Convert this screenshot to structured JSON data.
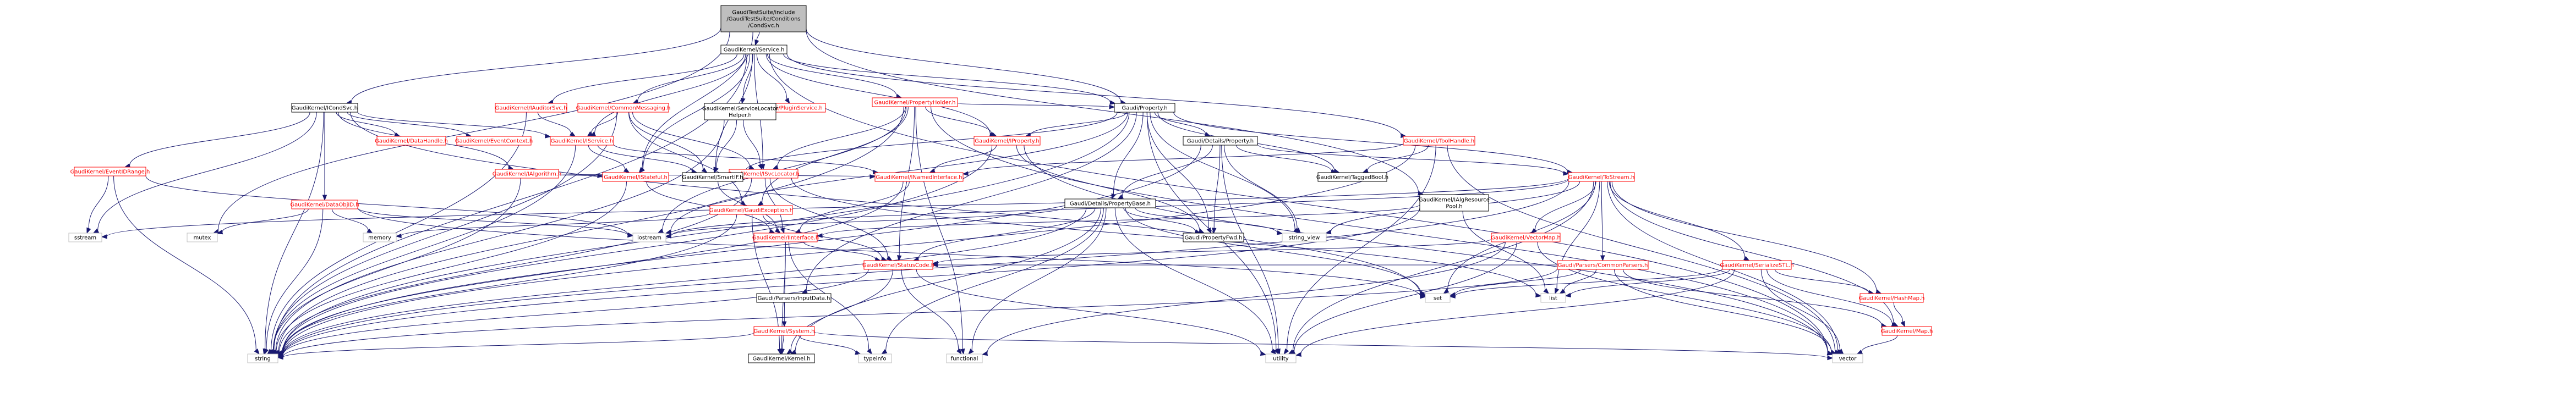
{
  "nodes": [
    {
      "id": "root",
      "label": [
        "GaudiTestSuite/include",
        "/GaudiTestSuite/Conditions",
        "/CondSvc.h"
      ],
      "kind": "root"
    },
    {
      "id": "gk_service",
      "label": [
        "GaudiKernel/Service.h"
      ],
      "kind": "normal"
    },
    {
      "id": "gk_condsvc",
      "label": [
        "GaudiKernel/ICondSvc.h"
      ],
      "kind": "normal"
    },
    {
      "id": "gk_algresourcepool",
      "label": [
        "GaudiKernel/IAlgResource",
        "Pool.h"
      ],
      "kind": "normal"
    },
    {
      "id": "gk_pluginservice",
      "label": [
        "Gaudi/PluginService.h"
      ],
      "kind": "red"
    },
    {
      "id": "gk_propertyholder",
      "label": [
        "GaudiKernel/PropertyHolder.h"
      ],
      "kind": "red"
    },
    {
      "id": "gk_auditorsvc",
      "label": [
        "GaudiKernel/IAuditorSvc.h"
      ],
      "kind": "red"
    },
    {
      "id": "gk_commonmessaging",
      "label": [
        "GaudiKernel/CommonMessaging.h"
      ],
      "kind": "red"
    },
    {
      "id": "gk_servicelocatorhelper",
      "label": [
        "GaudiKernel/ServiceLocator",
        "Helper.h"
      ],
      "kind": "normal"
    },
    {
      "id": "gaudi_property",
      "label": [
        "Gaudi/Property.h"
      ],
      "kind": "normal"
    },
    {
      "id": "gk_toolhandle",
      "label": [
        "GaudiKernel/ToolHandle.h"
      ],
      "kind": "red"
    },
    {
      "id": "gk_datahandle",
      "label": [
        "GaudiKernel/DataHandle.h"
      ],
      "kind": "red"
    },
    {
      "id": "gk_eventcontext",
      "label": [
        "GaudiKernel/EventContext.h"
      ],
      "kind": "red"
    },
    {
      "id": "gk_ialgorithm",
      "label": [
        "GaudiKernel/IAlgorithm.h"
      ],
      "kind": "red"
    },
    {
      "id": "gk_eventidrange",
      "label": [
        "GaudiKernel/EventIDRange.h"
      ],
      "kind": "red"
    },
    {
      "id": "gk_dataobjid",
      "label": [
        "GaudiKernel/DataObjID.h"
      ],
      "kind": "red"
    },
    {
      "id": "gk_iservice",
      "label": [
        "GaudiKernel/IService.h"
      ],
      "kind": "red"
    },
    {
      "id": "gk_istateful",
      "label": [
        "GaudiKernel/IStateful.h"
      ],
      "kind": "red"
    },
    {
      "id": "gk_isvclocator",
      "label": [
        "GaudiKernel/ISvcLocator.h"
      ],
      "kind": "red"
    },
    {
      "id": "gk_iproperty",
      "label": [
        "GaudiKernel/IProperty.h"
      ],
      "kind": "red"
    },
    {
      "id": "gk_gaudiexception",
      "label": [
        "GaudiKernel/GaudiException.h"
      ],
      "kind": "red"
    },
    {
      "id": "gk_smartif",
      "label": [
        "GaudiKernel/SmartIF.h"
      ],
      "kind": "normal"
    },
    {
      "id": "gk_inamedinterface",
      "label": [
        "GaudiKernel/INamedInterface.h"
      ],
      "kind": "red"
    },
    {
      "id": "gd_property",
      "label": [
        "Gaudi/Details/Property.h"
      ],
      "kind": "normal"
    },
    {
      "id": "gd_propertybase",
      "label": [
        "Gaudi/Details/PropertyBase.h"
      ],
      "kind": "normal"
    },
    {
      "id": "gk_taggedbool",
      "label": [
        "GaudiKernel/TaggedBool.h"
      ],
      "kind": "normal"
    },
    {
      "id": "gk_tostream",
      "label": [
        "GaudiKernel/ToStream.h"
      ],
      "kind": "red"
    },
    {
      "id": "gk_iinterface",
      "label": [
        "GaudiKernel/IInterface.h"
      ],
      "kind": "red"
    },
    {
      "id": "gaudi_propertyfwd",
      "label": [
        "Gaudi/PropertyFwd.h"
      ],
      "kind": "normal"
    },
    {
      "id": "gp_inputdata",
      "label": [
        "Gaudi/Parsers/InputData.h"
      ],
      "kind": "normal"
    },
    {
      "id": "gk_system",
      "label": [
        "GaudiKernel/System.h"
      ],
      "kind": "red"
    },
    {
      "id": "gk_statuscode",
      "label": [
        "GaudiKernel/StatusCode.h"
      ],
      "kind": "red"
    },
    {
      "id": "gk_vectormap",
      "label": [
        "GaudiKernel/VectorMap.h"
      ],
      "kind": "red"
    },
    {
      "id": "gp_commonparsers",
      "label": [
        "Gaudi/Parsers/CommonParsers.h"
      ],
      "kind": "red"
    },
    {
      "id": "gk_serializestl",
      "label": [
        "GaudiKernel/SerializeSTL.h"
      ],
      "kind": "red"
    },
    {
      "id": "gk_hashmap",
      "label": [
        "GaudiKernel/HashMap.h"
      ],
      "kind": "red"
    },
    {
      "id": "gk_map",
      "label": [
        "GaudiKernel/Map.h"
      ],
      "kind": "red"
    },
    {
      "id": "gk_kernel",
      "label": [
        "GaudiKernel/Kernel.h"
      ],
      "kind": "normal"
    },
    {
      "id": "std_sstream",
      "label": [
        "sstream"
      ],
      "kind": "plain"
    },
    {
      "id": "std_mutex",
      "label": [
        "mutex"
      ],
      "kind": "plain"
    },
    {
      "id": "std_memory",
      "label": [
        "memory"
      ],
      "kind": "plain"
    },
    {
      "id": "std_iostream",
      "label": [
        "iostream"
      ],
      "kind": "plain"
    },
    {
      "id": "std_string_view",
      "label": [
        "string_view"
      ],
      "kind": "plain"
    },
    {
      "id": "std_string",
      "label": [
        "string"
      ],
      "kind": "plain"
    },
    {
      "id": "std_typeinfo",
      "label": [
        "typeinfo"
      ],
      "kind": "plain"
    },
    {
      "id": "std_functional",
      "label": [
        "functional"
      ],
      "kind": "plain"
    },
    {
      "id": "std_utility",
      "label": [
        "utility"
      ],
      "kind": "plain"
    },
    {
      "id": "std_set",
      "label": [
        "set"
      ],
      "kind": "plain"
    },
    {
      "id": "std_list",
      "label": [
        "list"
      ],
      "kind": "plain"
    },
    {
      "id": "std_vector",
      "label": [
        "vector"
      ],
      "kind": "plain"
    }
  ],
  "edges": [
    [
      "root",
      "gk_service"
    ],
    [
      "root",
      "gk_condsvc"
    ],
    [
      "root",
      "gk_algresourcepool"
    ],
    [
      "root",
      "gaudi_property"
    ],
    [
      "root",
      "gk_istateful"
    ],
    [
      "root",
      "std_mutex"
    ],
    [
      "gk_service",
      "gk_pluginservice"
    ],
    [
      "gk_service",
      "gk_propertyholder"
    ],
    [
      "gk_service",
      "gk_auditorsvc"
    ],
    [
      "gk_service",
      "gk_commonmessaging"
    ],
    [
      "gk_service",
      "gk_servicelocatorhelper"
    ],
    [
      "gk_service",
      "gaudi_property"
    ],
    [
      "gk_service",
      "gk_toolhandle"
    ],
    [
      "gk_service",
      "gk_iservice"
    ],
    [
      "gk_service",
      "gk_isvclocator"
    ],
    [
      "gk_service",
      "gk_iproperty"
    ],
    [
      "gk_service",
      "gk_smartif"
    ],
    [
      "gk_service",
      "std_string"
    ],
    [
      "gk_service",
      "std_vector"
    ],
    [
      "gk_service",
      "gk_istateful"
    ],
    [
      "gk_condsvc",
      "gk_datahandle"
    ],
    [
      "gk_condsvc",
      "gk_eventcontext"
    ],
    [
      "gk_condsvc",
      "gk_ialgorithm"
    ],
    [
      "gk_condsvc",
      "gk_eventidrange"
    ],
    [
      "gk_condsvc",
      "gk_dataobjid"
    ],
    [
      "gk_condsvc",
      "gk_iservice"
    ],
    [
      "gk_condsvc",
      "std_sstream"
    ],
    [
      "gk_condsvc",
      "std_set"
    ],
    [
      "gk_condsvc",
      "std_string"
    ],
    [
      "gk_algresourcepool",
      "gk_iinterface"
    ],
    [
      "gk_algresourcepool",
      "std_list"
    ],
    [
      "gk_algresourcepool",
      "std_string"
    ],
    [
      "gk_propertyholder",
      "gaudi_property"
    ],
    [
      "gk_propertyholder",
      "gk_iproperty"
    ],
    [
      "gk_propertyholder",
      "gk_isvclocator"
    ],
    [
      "gk_propertyholder",
      "gk_gaudiexception"
    ],
    [
      "gk_propertyholder",
      "gk_statuscode"
    ],
    [
      "gk_propertyholder",
      "std_functional"
    ],
    [
      "gk_propertyholder",
      "std_iostream"
    ],
    [
      "gk_propertyholder",
      "std_string"
    ],
    [
      "gk_propertyholder",
      "std_vector"
    ],
    [
      "gk_auditorsvc",
      "gk_iservice"
    ],
    [
      "gk_auditorsvc",
      "std_string"
    ],
    [
      "gk_commonmessaging",
      "gk_iservice"
    ],
    [
      "gk_commonmessaging",
      "gk_isvclocator"
    ],
    [
      "gk_commonmessaging",
      "gk_smartif"
    ],
    [
      "gk_commonmessaging",
      "gk_gaudiexception"
    ],
    [
      "gk_commonmessaging",
      "std_string"
    ],
    [
      "gk_servicelocatorhelper",
      "gk_isvclocator"
    ],
    [
      "gk_servicelocatorhelper",
      "gk_smartif"
    ],
    [
      "gk_servicelocatorhelper",
      "std_string"
    ],
    [
      "gaudi_property",
      "gd_property"
    ],
    [
      "gaudi_property",
      "gd_propertybase"
    ],
    [
      "gaudi_property",
      "gaudi_propertyfwd"
    ],
    [
      "gaudi_property",
      "gp_inputdata"
    ],
    [
      "gaudi_property",
      "gk_iproperty"
    ],
    [
      "gaudi_property",
      "gk_smartif"
    ],
    [
      "gaudi_property",
      "gk_taggedbool"
    ],
    [
      "gaudi_property",
      "gk_tostream"
    ],
    [
      "gaudi_property",
      "std_string"
    ],
    [
      "gaudi_property",
      "std_string_view"
    ],
    [
      "gaudi_property",
      "std_utility"
    ],
    [
      "gaudi_property",
      "std_iostream"
    ],
    [
      "gk_toolhandle",
      "gk_taggedbool"
    ],
    [
      "gk_toolhandle",
      "gk_inamedinterface"
    ],
    [
      "gk_toolhandle",
      "std_string"
    ],
    [
      "gk_toolhandle",
      "std_vector"
    ],
    [
      "gk_toolhandle",
      "std_utility"
    ],
    [
      "gk_eventidrange",
      "std_iostream"
    ],
    [
      "gk_eventidrange",
      "std_sstream"
    ],
    [
      "gk_eventidrange",
      "std_string"
    ],
    [
      "gk_dataobjid",
      "std_memory"
    ],
    [
      "gk_dataobjid",
      "std_iostream"
    ],
    [
      "gk_dataobjid",
      "std_mutex"
    ],
    [
      "gk_dataobjid",
      "std_string"
    ],
    [
      "gk_dataobjid",
      "std_set"
    ],
    [
      "gk_ialgorithm",
      "gk_istateful"
    ],
    [
      "gk_ialgorithm",
      "gk_inamedinterface"
    ],
    [
      "gk_ialgorithm",
      "std_string"
    ],
    [
      "gk_iservice",
      "gk_inamedinterface"
    ],
    [
      "gk_iservice",
      "gk_istateful"
    ],
    [
      "gk_iservice",
      "gk_smartif"
    ],
    [
      "gk_iservice",
      "std_string"
    ],
    [
      "gk_istateful",
      "gk_iinterface"
    ],
    [
      "gk_istateful",
      "std_string"
    ],
    [
      "gk_isvclocator",
      "gk_iinterface"
    ],
    [
      "gk_isvclocator",
      "gk_smartif"
    ],
    [
      "gk_isvclocator",
      "gk_statuscode"
    ],
    [
      "gk_isvclocator",
      "std_list"
    ],
    [
      "gk_isvclocator",
      "std_string"
    ],
    [
      "gk_iproperty",
      "gaudi_propertyfwd"
    ],
    [
      "gk_iproperty",
      "gk_inamedinterface"
    ],
    [
      "gk_iproperty",
      "std_string"
    ],
    [
      "gk_iproperty",
      "std_vector"
    ],
    [
      "gk_gaudiexception",
      "gk_kernel"
    ],
    [
      "gk_gaudiexception",
      "gk_statuscode"
    ],
    [
      "gk_gaudiexception",
      "std_string"
    ],
    [
      "gk_gaudiexception",
      "std_memory"
    ],
    [
      "gk_smartif",
      "gk_iinterface"
    ],
    [
      "gk_inamedinterface",
      "gk_iinterface"
    ],
    [
      "gk_inamedinterface",
      "std_string"
    ],
    [
      "gd_property",
      "gd_propertybase"
    ],
    [
      "gd_property",
      "gaudi_propertyfwd"
    ],
    [
      "gd_property",
      "gk_tostream"
    ],
    [
      "gd_property",
      "gk_taggedbool"
    ],
    [
      "gd_property",
      "std_string"
    ],
    [
      "gd_property",
      "std_utility"
    ],
    [
      "gd_property",
      "std_string_view"
    ],
    [
      "gd_propertybase",
      "gaudi_propertyfwd"
    ],
    [
      "gd_propertybase",
      "gk_kernel"
    ],
    [
      "gd_propertybase",
      "gk_statuscode"
    ],
    [
      "gd_propertybase",
      "std_functional"
    ],
    [
      "gd_propertybase",
      "std_iostream"
    ],
    [
      "gd_propertybase",
      "std_set"
    ],
    [
      "gd_propertybase",
      "std_string"
    ],
    [
      "gd_propertybase",
      "std_string_view"
    ],
    [
      "gd_propertybase",
      "std_typeinfo"
    ],
    [
      "gd_propertybase",
      "std_utility"
    ],
    [
      "gk_tostream",
      "gk_serializestl"
    ],
    [
      "gk_tostream",
      "gk_vectormap"
    ],
    [
      "gk_tostream",
      "gp_commonparsers"
    ],
    [
      "gk_tostream",
      "gk_map"
    ],
    [
      "gk_tostream",
      "gk_hashmap"
    ],
    [
      "gk_tostream",
      "std_iostream"
    ],
    [
      "gk_tostream",
      "std_string"
    ],
    [
      "gk_tostream",
      "std_sstream"
    ],
    [
      "gk_tostream",
      "std_list"
    ],
    [
      "gk_tostream",
      "std_vector"
    ],
    [
      "gk_tostream",
      "std_set"
    ],
    [
      "gk_tostream",
      "std_utility"
    ],
    [
      "gk_tostream",
      "std_string_view"
    ],
    [
      "gk_iinterface",
      "gk_kernel"
    ],
    [
      "gk_iinterface",
      "gk_statuscode"
    ],
    [
      "gk_iinterface",
      "gk_system"
    ],
    [
      "gk_iinterface",
      "std_ostream"
    ],
    [
      "gk_iinterface",
      "std_typeinfo"
    ],
    [
      "gk_system",
      "gk_kernel"
    ],
    [
      "gk_system",
      "std_string"
    ],
    [
      "gk_system",
      "std_vector"
    ],
    [
      "gk_system",
      "std_typeinfo"
    ],
    [
      "gk_statuscode",
      "gk_kernel"
    ],
    [
      "gk_statuscode",
      "std_functional"
    ],
    [
      "gk_statuscode",
      "std_string"
    ],
    [
      "gk_statuscode",
      "std_utility"
    ],
    [
      "gk_vectormap",
      "gk_statuscode"
    ],
    [
      "gk_vectormap",
      "std_utility"
    ],
    [
      "gk_vectormap",
      "std_functional"
    ],
    [
      "gk_vectormap",
      "std_vector"
    ],
    [
      "gp_commonparsers",
      "gk_statuscode"
    ],
    [
      "gp_commonparsers",
      "std_list"
    ],
    [
      "gp_commonparsers",
      "std_set"
    ],
    [
      "gp_commonparsers",
      "std_string"
    ],
    [
      "gp_commonparsers",
      "std_vector"
    ],
    [
      "gp_commonparsers",
      "gk_map"
    ],
    [
      "gk_serializestl",
      "gk_hashmap"
    ],
    [
      "gk_serializestl",
      "gk_map"
    ],
    [
      "gk_serializestl",
      "std_list"
    ],
    [
      "gk_serializestl",
      "std_set"
    ],
    [
      "gk_serializestl",
      "std_vector"
    ],
    [
      "gk_serializestl",
      "std_utility"
    ],
    [
      "gk_hashmap",
      "gk_map"
    ],
    [
      "gk_map",
      "std_vector"
    ]
  ],
  "colors": {
    "root_fill": "#bfbfbf",
    "node_fill": "#ffffff",
    "normal_border": "#000000",
    "red_border": "#ff0000",
    "plain_border": "#bfbfbf",
    "red_text": "#ff0000",
    "edge": "#191970"
  }
}
